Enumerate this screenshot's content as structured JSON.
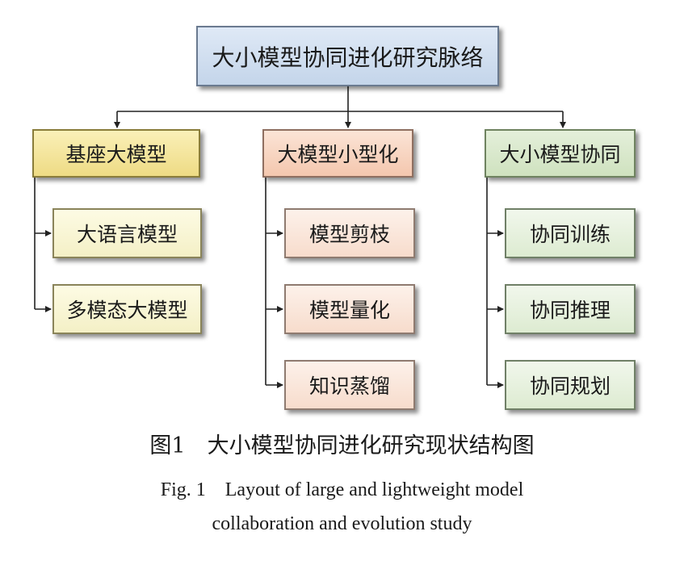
{
  "diagram": {
    "root": "大小模型协同进化研究脉络",
    "branches": [
      {
        "label": "基座大模型",
        "children": [
          "大语言模型",
          "多模态大模型"
        ]
      },
      {
        "label": "大模型小型化",
        "children": [
          "模型剪枝",
          "模型量化",
          "知识蒸馏"
        ]
      },
      {
        "label": "大小模型协同",
        "children": [
          "协同训练",
          "协同推理",
          "协同规划"
        ]
      }
    ]
  },
  "caption": {
    "zh": "图1　大小模型协同进化研究现状结构图",
    "en_line1": "Fig. 1　Layout of large and lightweight model",
    "en_line2": "collaboration and evolution study"
  }
}
